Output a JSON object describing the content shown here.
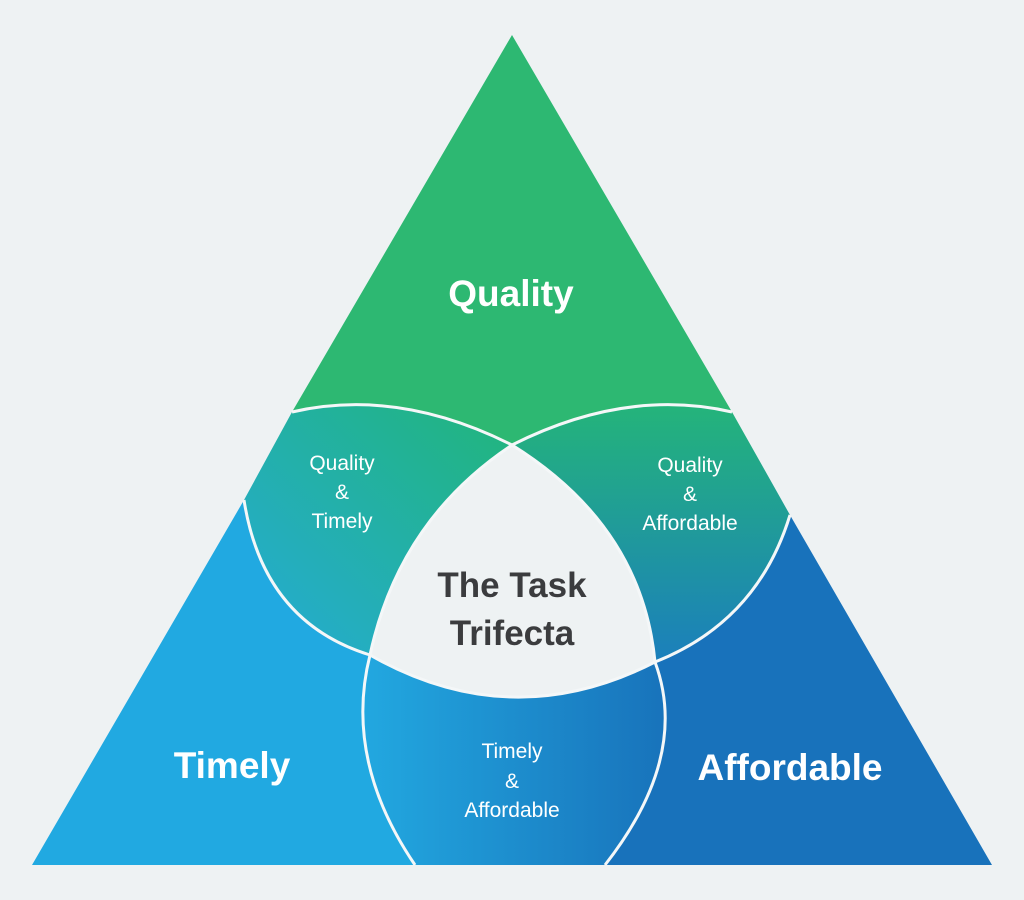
{
  "title": "The Task Trifecta",
  "center": {
    "line1": "The Task",
    "line2": "Trifecta"
  },
  "sections": {
    "quality": "Quality",
    "timely": "Timely",
    "affordable": "Affordable"
  },
  "overlaps": {
    "quality_timely": {
      "line1": "Quality",
      "line2": "&",
      "line3": "Timely"
    },
    "quality_affordable": {
      "line1": "Quality",
      "line2": "&",
      "line3": "Affordable"
    },
    "timely_affordable": {
      "line1": "Timely",
      "line2": "&",
      "line3": "Affordable"
    }
  },
  "colors": {
    "background": "#eef2f3",
    "quality": "#2db872",
    "timely": "#21a9e1",
    "affordable": "#1872bb",
    "center_text": "#3b3c3e"
  }
}
